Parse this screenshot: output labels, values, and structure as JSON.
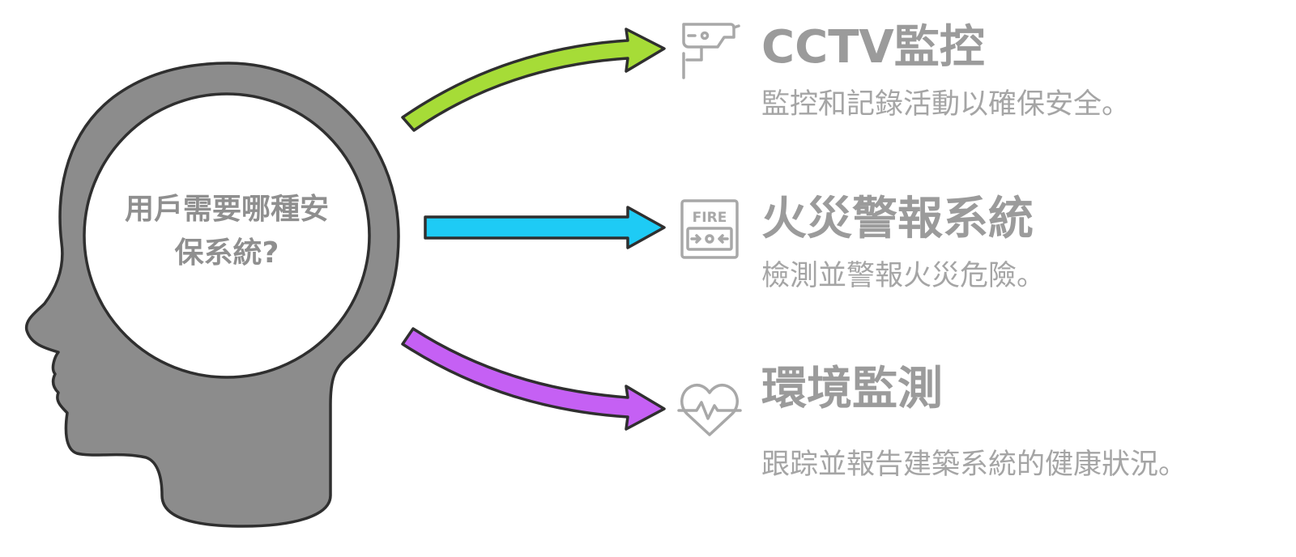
{
  "center": {
    "question_line1": "用戶需要哪種安",
    "question_line2": "保系統?"
  },
  "items": [
    {
      "title": "CCTV監控",
      "description": "監控和記錄活動以確保安全。",
      "icon": "cctv-camera-icon",
      "arrow_color": "#a6dc37"
    },
    {
      "title": "火災警報系統",
      "description": "檢測並警報火災危險。",
      "icon": "fire-alarm-icon",
      "icon_text": "FIRE",
      "arrow_color": "#1ecbf5"
    },
    {
      "title": "環境監測",
      "description": "跟踪並報告建築系統的健康狀況。",
      "icon": "heartbeat-icon",
      "arrow_color": "#c560f4"
    }
  ],
  "colors": {
    "head_fill": "#8c8c8c",
    "outline": "#2f2f2f",
    "label_gray": "#9b9b9b"
  }
}
